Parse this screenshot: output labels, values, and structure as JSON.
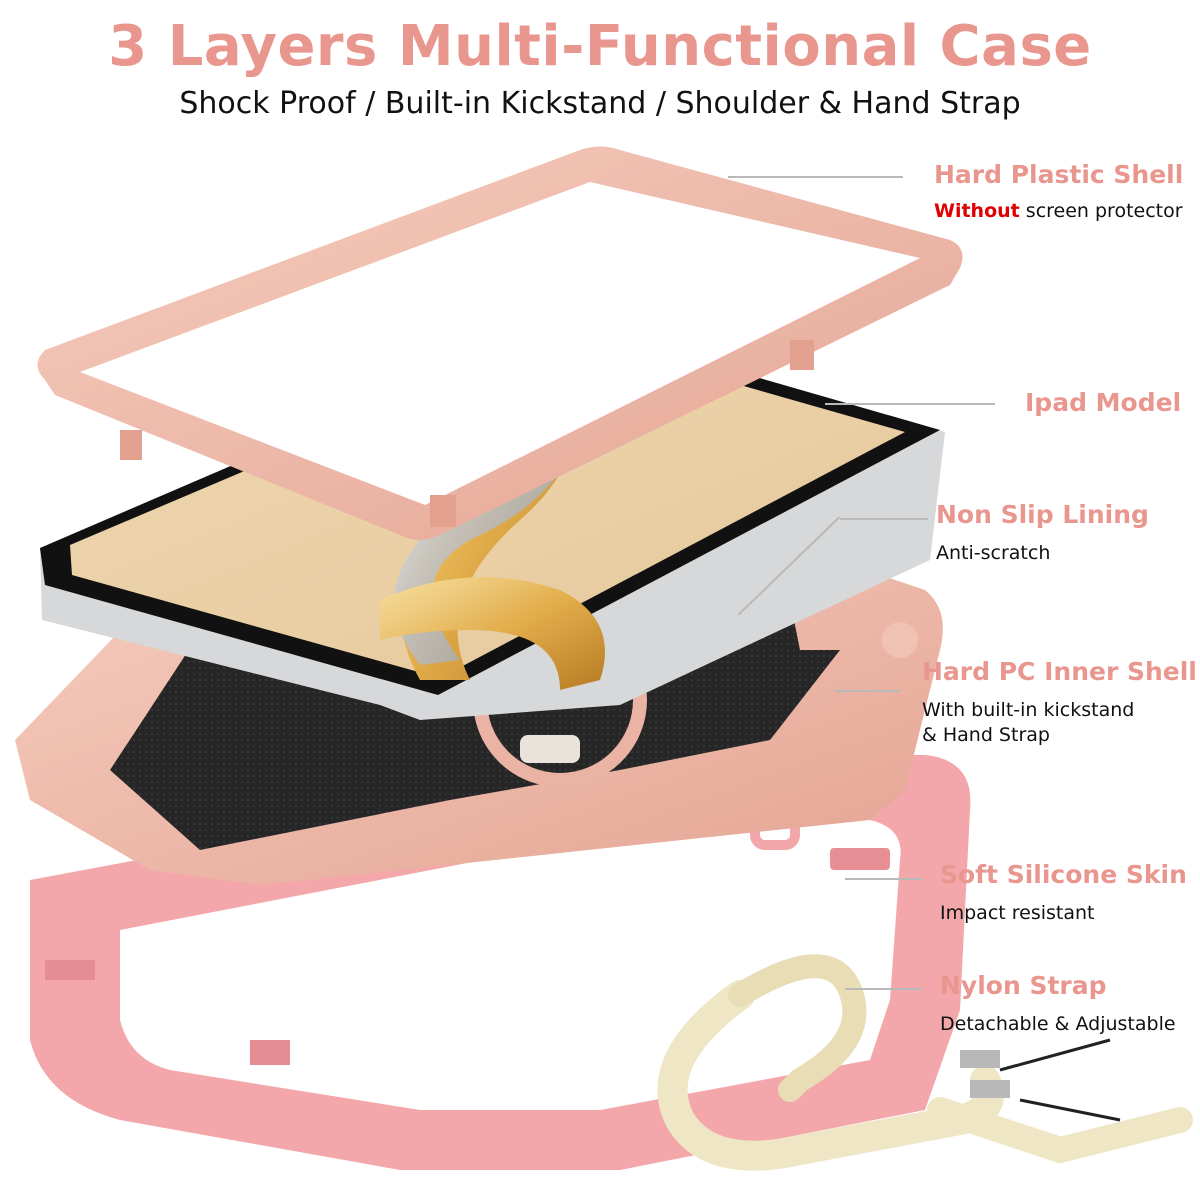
{
  "colors": {
    "accent": "#e9968f",
    "highlight": "#e00000",
    "rose_gold": "#f0b6a7",
    "pink": "#f5a4a8",
    "lining": "#2a2a2a",
    "strap": "#f1ead3"
  },
  "header": {
    "title": "3 Layers Multi-Functional Case",
    "subtitle": "Shock Proof / Built-in Kickstand / Shoulder & Hand Strap"
  },
  "callouts": [
    {
      "name": "Hard Plastic Shell",
      "desc_emphasis": "Without",
      "desc": " screen protector"
    },
    {
      "name": "Ipad Model"
    },
    {
      "name": "Non Slip Lining",
      "desc": "Anti-scratch"
    },
    {
      "name": "Hard PC Inner Shell",
      "desc_line1": "With built-in kickstand",
      "desc_line2": "& Hand Strap"
    },
    {
      "name": "Soft Silicone Skin",
      "desc": "Impact resistant"
    },
    {
      "name": "Nylon Strap",
      "desc": "Detachable & Adjustable"
    }
  ],
  "icons": {
    "product": "tablet-case-exploded-illustration",
    "strap": "lanyard-strap-icon"
  }
}
